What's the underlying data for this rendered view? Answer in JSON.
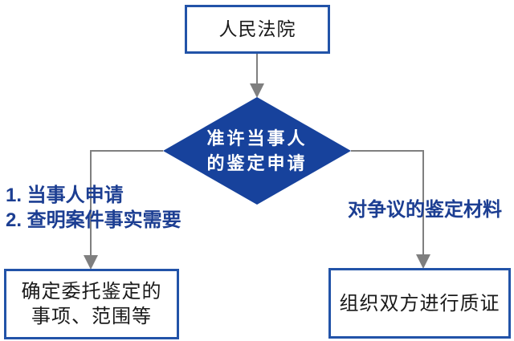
{
  "colors": {
    "background": "#FFFFFF",
    "diamond_fill": "#17429C",
    "box_border": "#2253A8",
    "box_text": "#1A1A1A",
    "diamond_text": "#FFFFFF",
    "condition_text": "#1C3E92",
    "connector_gray": "#7F7F7F"
  },
  "flowchart": {
    "top_box": {
      "label": "人民法院"
    },
    "decision": {
      "line1": "准许当事人",
      "line2": "的鉴定申请"
    },
    "left_condition": {
      "line1": "1. 当事人申请",
      "line2": "2. 查明案件事实需要"
    },
    "right_condition": {
      "label": "对争议的鉴定材料"
    },
    "bottom_left_box": {
      "line1": "确定委托鉴定的",
      "line2": "事项、范围等"
    },
    "bottom_right_box": {
      "label": "组织双方进行质证"
    }
  }
}
